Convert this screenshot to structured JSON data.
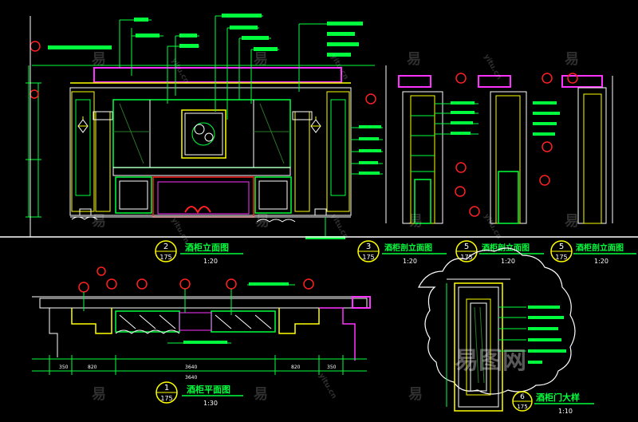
{
  "colors": {
    "background": "#000000",
    "cyan": "#00e5ff",
    "green": "#00ff3c",
    "yellow": "#ffff00",
    "magenta": "#ff33ff",
    "red": "#ff2020",
    "white": "#ffffff",
    "darkgreen": "#2a7a2a",
    "grey": "#8a8a8a"
  },
  "drawings": {
    "front_elevation": {
      "number": "2",
      "sheet": "175",
      "title": "酒柜立面图",
      "scale": "1:20"
    },
    "section_a": {
      "number": "3",
      "sheet": "175",
      "title": "酒柜剖立面图",
      "scale": "1:20"
    },
    "section_b": {
      "number": "5",
      "sheet": "175",
      "title": "酒柜剖立面图",
      "scale": "1:20"
    },
    "section_c": {
      "number": "5",
      "sheet": "175",
      "title": "酒柜剖立面图",
      "scale": "1:20"
    },
    "plan": {
      "number": "1",
      "sheet": "175",
      "title": "酒柜平面图",
      "scale": "1:30"
    },
    "door_detail": {
      "number": "6",
      "sheet": "175",
      "title": "酒柜门大样",
      "scale": "1:10"
    }
  },
  "dimensions": {
    "plan_bottom": [
      "350",
      "820",
      "3640",
      "820",
      "350"
    ],
    "plan_total": "3640"
  },
  "watermark": {
    "brand_cn": "易图网",
    "brand_en": "yitu.cn",
    "glyph": "易"
  }
}
